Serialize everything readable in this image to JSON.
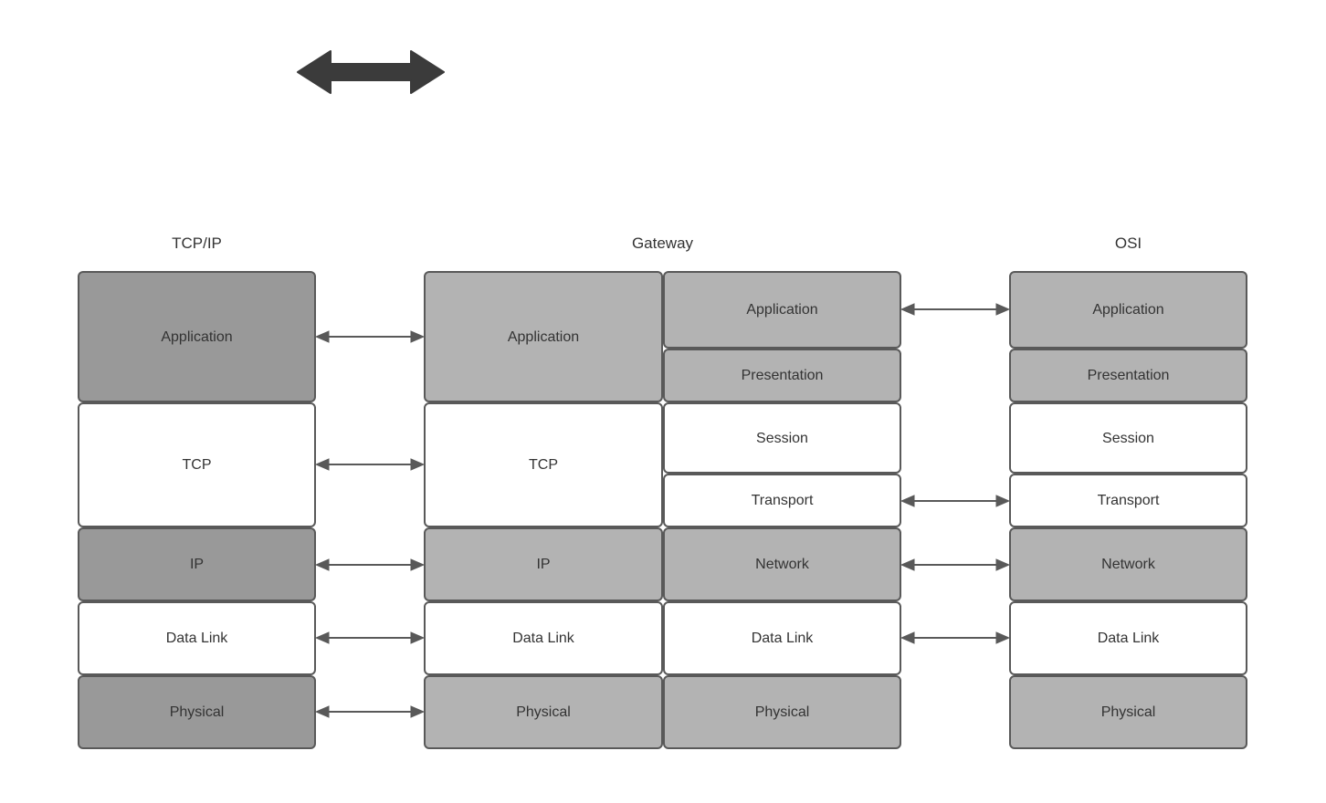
{
  "diagram": {
    "title_top_arrow": "double-headed-arrow",
    "colors": {
      "tcpip_fill": "#999999",
      "gateway_fill": "#b3b3b3",
      "osi_fill": "#b3b3b3",
      "white_fill": "#ffffff",
      "border": "#595959",
      "text": "#333333",
      "arrow": "#595959",
      "top_arrow": "#3b3b3b"
    }
  },
  "columns": {
    "tcpip": {
      "title": "TCP/IP",
      "layers": [
        {
          "label": "Application",
          "fill": "dark"
        },
        {
          "label": "TCP",
          "fill": "white"
        },
        {
          "label": "IP",
          "fill": "dark"
        },
        {
          "label": "Data Link",
          "fill": "white"
        },
        {
          "label": "Physical",
          "fill": "dark"
        }
      ]
    },
    "gateway": {
      "title": "Gateway",
      "left_layers": [
        {
          "label": "Application",
          "fill": "light"
        },
        {
          "label": "TCP",
          "fill": "white"
        },
        {
          "label": "IP",
          "fill": "light"
        },
        {
          "label": "Data Link",
          "fill": "white"
        },
        {
          "label": "Physical",
          "fill": "light"
        }
      ],
      "right_layers": [
        {
          "label": "Application",
          "fill": "light"
        },
        {
          "label": "Presentation",
          "fill": "light"
        },
        {
          "label": "Session",
          "fill": "white"
        },
        {
          "label": "Transport",
          "fill": "white"
        },
        {
          "label": "Network",
          "fill": "light"
        },
        {
          "label": "Data Link",
          "fill": "white"
        },
        {
          "label": "Physical",
          "fill": "light"
        }
      ]
    },
    "osi": {
      "title": "OSI",
      "layers": [
        {
          "label": "Application",
          "fill": "light"
        },
        {
          "label": "Presentation",
          "fill": "light"
        },
        {
          "label": "Session",
          "fill": "white"
        },
        {
          "label": "Transport",
          "fill": "white"
        },
        {
          "label": "Network",
          "fill": "light"
        },
        {
          "label": "Data Link",
          "fill": "white"
        },
        {
          "label": "Physical",
          "fill": "light"
        }
      ]
    }
  },
  "connectors": {
    "tcpip_to_gateway": [
      {
        "level": "Application"
      },
      {
        "level": "TCP"
      },
      {
        "level": "IP"
      },
      {
        "level": "Data Link"
      },
      {
        "level": "Physical"
      }
    ],
    "gateway_to_osi": [
      {
        "level": "Application"
      },
      {
        "level": "Transport"
      },
      {
        "level": "Network"
      },
      {
        "level": "Data Link"
      }
    ]
  }
}
